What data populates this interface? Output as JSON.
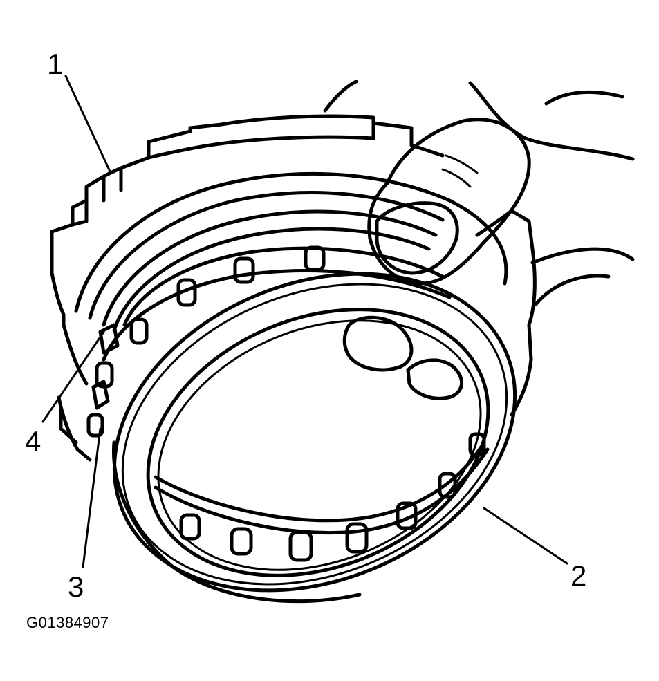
{
  "figure": {
    "callouts": [
      {
        "id": "1",
        "label": "1"
      },
      {
        "id": "2",
        "label": "2"
      },
      {
        "id": "3",
        "label": "3"
      },
      {
        "id": "4",
        "label": "4"
      }
    ],
    "figure_id": "G01384907"
  },
  "colors": {
    "ink": "#000000",
    "paper": "#ffffff"
  }
}
